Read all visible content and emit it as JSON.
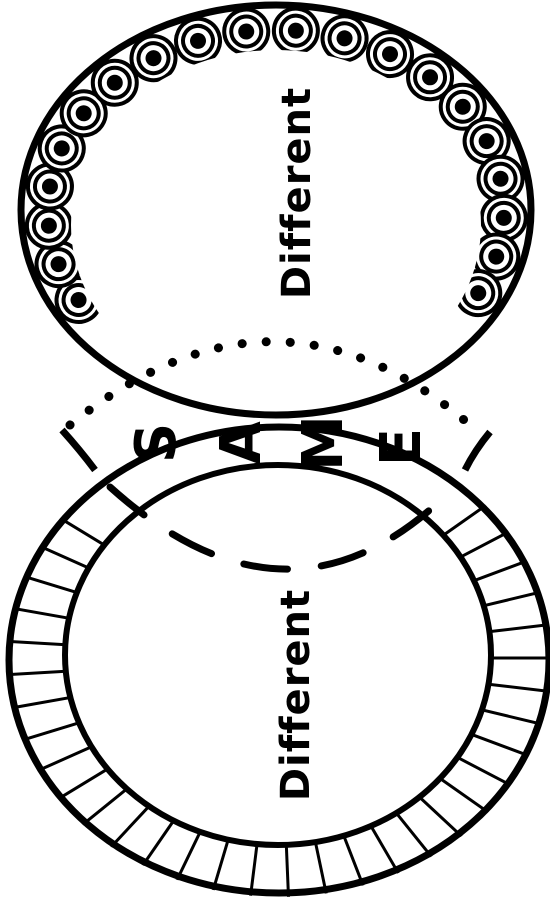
{
  "labels": {
    "top_region": "Different",
    "bottom_region": "Different",
    "overlap_letters": [
      "S",
      "A",
      "M",
      "E"
    ]
  },
  "colors": {
    "ink": "#000000",
    "paper": "#ffffff"
  }
}
